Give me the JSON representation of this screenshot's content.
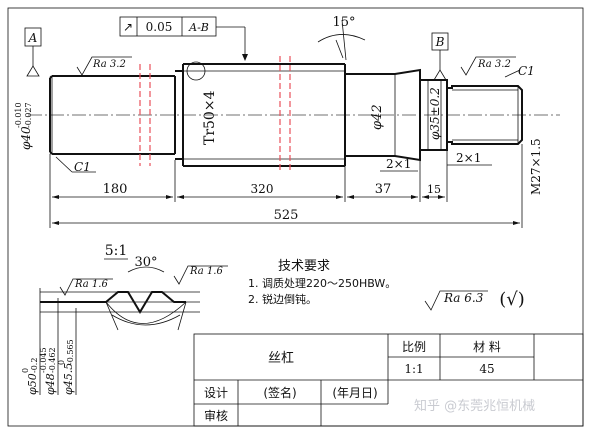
{
  "datums": {
    "a": "A",
    "b": "B"
  },
  "tolerance_frame": {
    "symbol": "↗",
    "value": "0.05",
    "datum": "A-B"
  },
  "angle_top": "15°",
  "roughness": {
    "left": "Ra 3.2",
    "right": "Ra 3.2",
    "thread1": "Ra 1.6",
    "thread2": "Ra 1.6",
    "general": "Ra 6.3",
    "general_other": "(√)"
  },
  "chamfers": {
    "left": "C1",
    "right": "C1"
  },
  "diameters": {
    "left_base": "φ40",
    "left_upper": "-0.010",
    "left_lower": "-0.027",
    "thread": "Tr50×4",
    "mid": "φ42",
    "bearing_base": "φ35±0.2",
    "end_thread": "M27×1.5"
  },
  "grooves": {
    "g1": "2×1",
    "g2": "2×1"
  },
  "dimensions": {
    "d180": "180",
    "d320": "320",
    "d37": "37",
    "d15": "15",
    "d525": "525"
  },
  "detail": {
    "scale": "5:1",
    "angle": "30°",
    "d50": "φ50",
    "d50_upper": "0",
    "d50_lower": "-0.2",
    "d48": "φ48",
    "d48_upper": "-0.045",
    "d48_lower": "-0.462",
    "d45": "φ45.5",
    "d45_upper": "0",
    "d45_lower": "-0.565"
  },
  "notes": {
    "title": "技术要求",
    "items": [
      "1. 调质处理220～250HBW。",
      "2. 锐边倒钝。"
    ]
  },
  "title_block": {
    "part_name": "丝杠",
    "scale_label": "比例",
    "material_label": "材  料",
    "scale_value": "1:1",
    "material_value": "45",
    "design": "设计",
    "signature": "(签名)",
    "date": "(年月日)",
    "review": "审核"
  },
  "watermark": "知乎 @东莞兆恒机械"
}
